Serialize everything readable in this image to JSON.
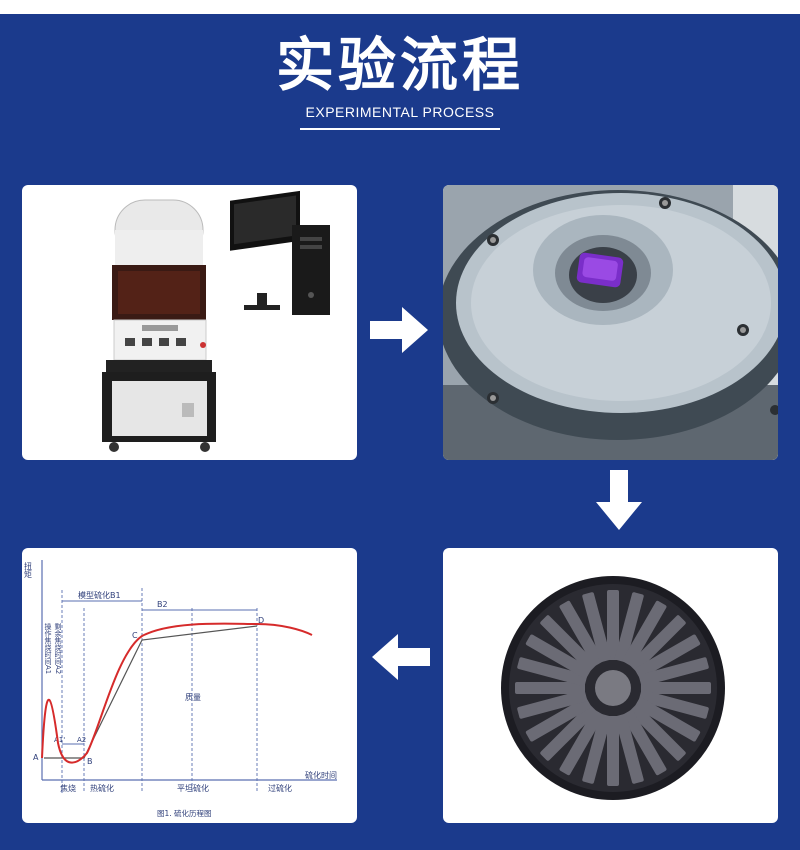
{
  "header": {
    "title": "实验流程",
    "subtitle": "EXPERIMENTAL PROCESS"
  },
  "colors": {
    "background": "#1b3a8c",
    "accent": "#ffffff",
    "curve_red": "#d62b2b",
    "curve_gray": "#555555",
    "guide_blue": "#5a6fb0"
  },
  "steps": [
    {
      "name": "rheometer-and-computer",
      "icon": "machine-photo"
    },
    {
      "name": "sample-on-die",
      "icon": "die-photo"
    },
    {
      "name": "vulcanized-sample",
      "icon": "sample-photo"
    },
    {
      "name": "vulcanization-curve",
      "icon": "chart-image"
    }
  ],
  "arrows": [
    "arrow-right",
    "arrow-down",
    "arrow-left"
  ],
  "chart_data": {
    "type": "line",
    "y_axis_label": "扭矩",
    "x_axis_label": "硫化时间",
    "caption": "图1.  硫化历程图",
    "points": {
      "A": "A",
      "B": "B",
      "C": "C",
      "D": "D"
    },
    "labels": {
      "b1": "模型硫化B1",
      "b2": "B2",
      "a1": "A1'",
      "a2": "A2",
      "vertical_1": "操作焦烧时间A1",
      "vertical_2": "剩余焦烧时间A2",
      "center": "质量"
    },
    "stages": [
      "焦烧",
      "热硫化",
      "平坦硫化",
      "过硫化"
    ]
  }
}
